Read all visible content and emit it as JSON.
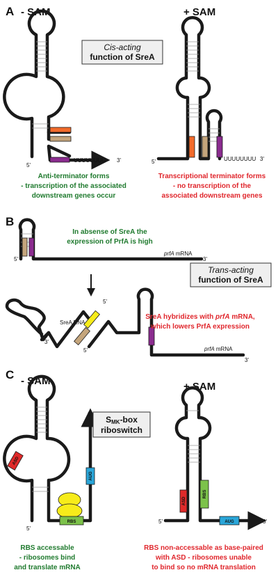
{
  "panels": {
    "A": {
      "letter": "A",
      "left_state": "- SAM",
      "right_state": "+ SAM",
      "box_line1": "Cis-acting",
      "box_line2": "function of SreA",
      "left_uuu": "UUUUUUUU",
      "right_uuu": "UUUUUUUU",
      "five": "5'",
      "three": "3'",
      "left_text": [
        "Anti-terminator forms",
        "- transcription of the associated",
        "downstream genes occur"
      ],
      "right_text": [
        "Transcriptional terminator forms",
        "- no transcription of the",
        "associated downstream genes"
      ]
    },
    "B": {
      "letter": "B",
      "top_text": [
        "In absense of SreA the",
        "expression of PrfA is high"
      ],
      "box_line1": "Trans-acting",
      "box_line2": "function of SreA",
      "mrna_label_italic": "prfA",
      "mrna_label_rest": " mRNA",
      "srea_label": "SreA RNA",
      "bottom_text": [
        "SreA hybridizes with ",
        "prfA",
        " mRNA,",
        "which lowers PrfA expression"
      ],
      "five": "5'",
      "three": "3'"
    },
    "C": {
      "letter": "C",
      "left_state": "- SAM",
      "right_state": "+ SAM",
      "box_line1_main": "S",
      "box_line1_sub": "MK",
      "box_line1_rest": "-box",
      "box_line2": "riboswitch",
      "asd": "ASD",
      "rbs": "RBS",
      "aug": "AUG",
      "five": "5'",
      "three": "3'",
      "left_text": [
        "RBS accessable",
        "- ribosomes bind",
        "and translate mRNA"
      ],
      "right_text": [
        "RBS non-accessable as base-paired",
        "with ASD - ribosomes unable",
        "to bind so no mRNA translation"
      ]
    }
  },
  "colors": {
    "orange": "#f26b2b",
    "tan": "#c4a57c",
    "purple": "#8b2c8f",
    "yellow": "#f7ec1a",
    "red_box": "#e02a2a",
    "green_box": "#7cc24a",
    "blue_box": "#2aa6d9",
    "green_text": "#1f7a2e",
    "red_text": "#e0262c"
  }
}
